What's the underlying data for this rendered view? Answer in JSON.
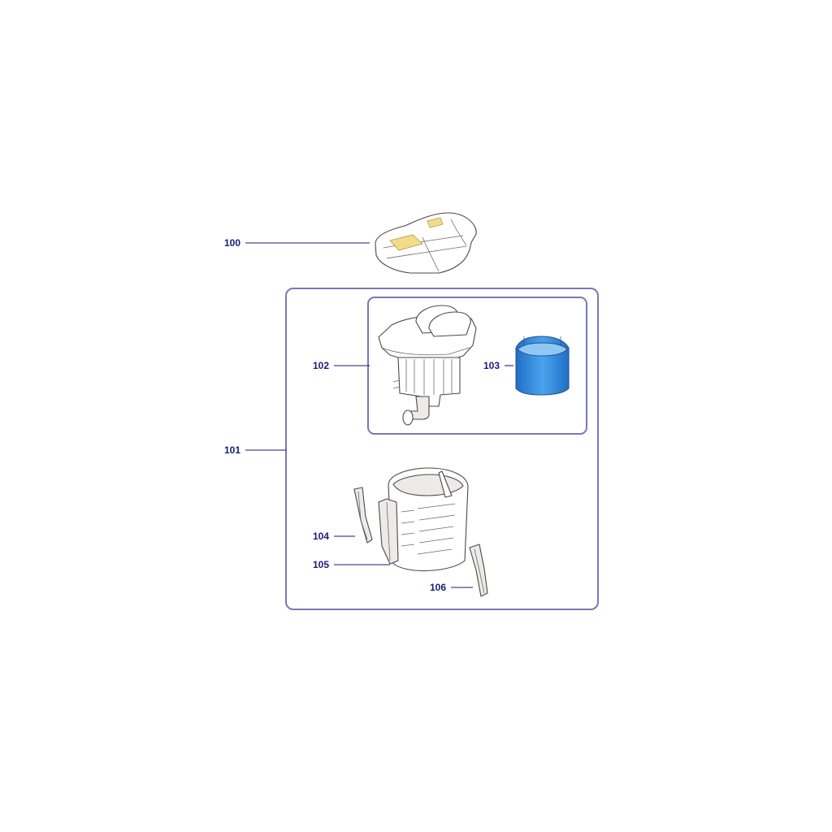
{
  "callouts": [
    {
      "id": "100",
      "text": "100"
    },
    {
      "id": "101",
      "text": "101"
    },
    {
      "id": "102",
      "text": "102"
    },
    {
      "id": "103",
      "text": "103"
    },
    {
      "id": "104",
      "text": "104"
    },
    {
      "id": "105",
      "text": "105"
    },
    {
      "id": "106",
      "text": "106"
    }
  ],
  "colors": {
    "label": "#1a1a7a",
    "frame": "#7a77b8",
    "filter_blue": "#2f86d8",
    "lid_accent": "#f2dc8a"
  },
  "parts": {
    "p100": "lid-cover",
    "p102": "motor-unit",
    "p103": "foam-filter",
    "p104": "left-strip",
    "p105": "slotted-housing",
    "p106": "right-strip"
  }
}
